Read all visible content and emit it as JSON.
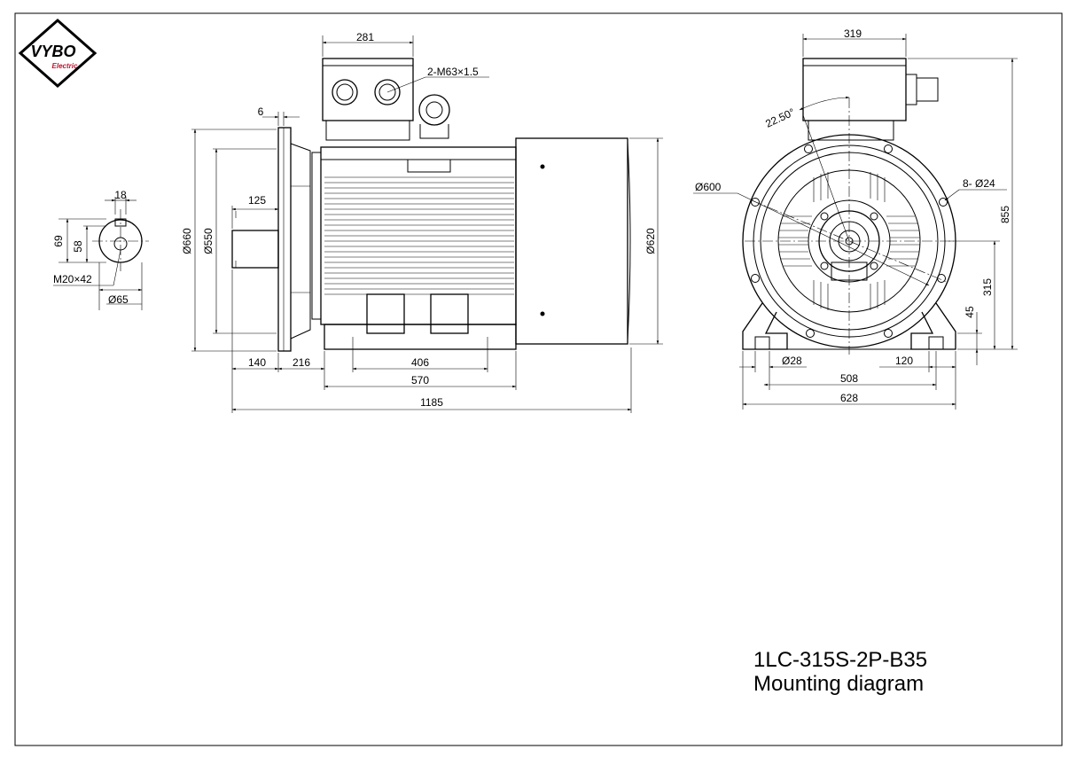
{
  "logo": {
    "brand": "VYBO",
    "sub": "Electric"
  },
  "title": {
    "line1": "1LC-315S-2P-B35",
    "line2": "Mounting diagram"
  },
  "shaft_end": {
    "d18": "18",
    "d125": "125",
    "d69": "69",
    "d58": "58",
    "thread": "M20×42",
    "dia65": "Ø65"
  },
  "side_view": {
    "d281": "281",
    "gland": "2-M63×1.5",
    "d6": "6",
    "dia660": "Ø660",
    "dia550": "Ø550",
    "dia620": "Ø620",
    "d140": "140",
    "d216": "216",
    "d406": "406",
    "d570": "570",
    "d1185": "1185"
  },
  "end_view": {
    "d319": "319",
    "angle": "22.50°",
    "dia600": "Ø600",
    "holes": "8- Ø24",
    "d855": "855",
    "d315": "315",
    "d45": "45",
    "dia28": "Ø28",
    "d120": "120",
    "d508": "508",
    "d628": "628"
  },
  "colors": {
    "line": "#000000",
    "background": "#ffffff"
  }
}
